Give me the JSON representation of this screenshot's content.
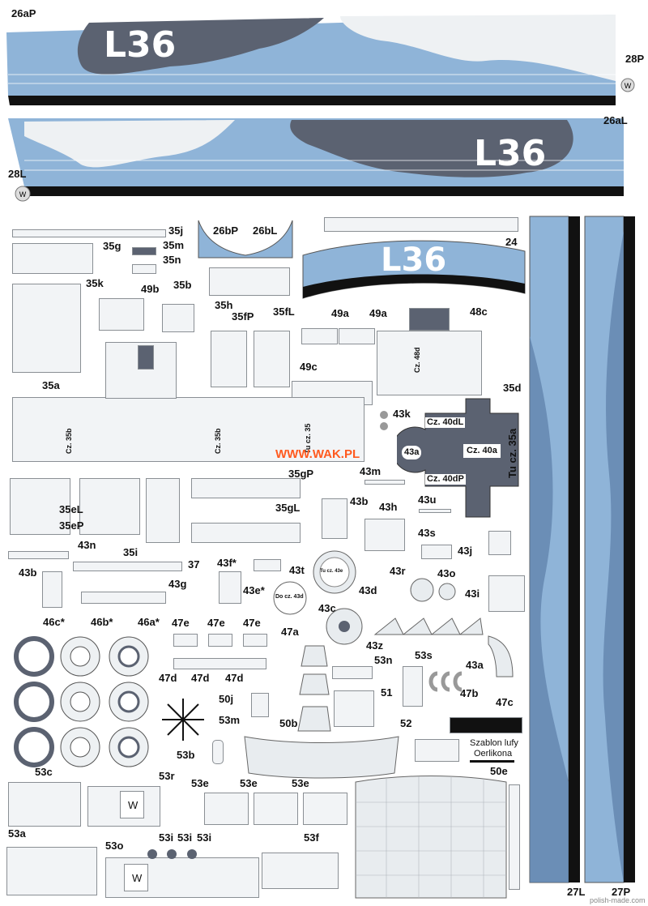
{
  "hull_strips": {
    "top": {
      "pennant": "L36",
      "left_label": "26aP",
      "right_label": "28P"
    },
    "bottom": {
      "pennant": "L36",
      "right_label": "26aL",
      "left_label": "28L"
    }
  },
  "parts": {
    "p35j": "35j",
    "p26bP": "26bP",
    "p26bL": "26bL",
    "p24": "24",
    "p24_text": "L36",
    "p35g": "35g",
    "p35m": "35m",
    "p35n": "35n",
    "p35k": "35k",
    "p49b": "49b",
    "p35b": "35b",
    "p35h": "35h",
    "p35fP": "35fP",
    "p35fL": "35fL",
    "p49a1": "49a",
    "p49a2": "49a",
    "p48c": "48c",
    "p48d_text": "Cz. 48d",
    "p49c": "49c",
    "p35a": "35a",
    "p35d": "35d",
    "p35a_cz1": "Cz. 35b",
    "p35a_cz2": "Cz. 35b",
    "p35a_tu": "Tu cz. 35",
    "p43k": "43k",
    "cz40dL": "Cz. 40dL",
    "cz40a": "Cz. 40a",
    "cz40dP": "Cz. 40dP",
    "p43a_c": "43a",
    "tu35a": "Tu cz. 35a",
    "watermark": "WWW.WAK.PL",
    "p35eL": "35eL",
    "p35eP": "35eP",
    "p35gP": "35gP",
    "p43m": "43m",
    "p43u": "43u",
    "p35gL": "35gL",
    "p43b1": "43b",
    "p43h": "43h",
    "p43s": "43s",
    "p43j": "43j",
    "p43n": "43n",
    "p35i": "35i",
    "p37": "37",
    "p43f": "43f*",
    "p43t": "43t",
    "p43b2": "43b",
    "p43g": "43g",
    "p43e": "43e*",
    "p43d": "43d",
    "p43r": "43r",
    "p43o": "43o",
    "p43i": "43i",
    "cz43e_text": "Do cz. 43d",
    "tu43e_text": "Tu cz. 43e",
    "p46c": "46c*",
    "p46b": "46b*",
    "p46a": "46a*",
    "p47e1": "47e",
    "p47e2": "47e",
    "p47e3": "47e",
    "p47a": "47a",
    "p43c": "43c",
    "p43z": "43z",
    "p47d1": "47d",
    "p47d2": "47d",
    "p47d3": "47d",
    "p53s": "53s",
    "p43a": "43a",
    "p53n": "53n",
    "p47b": "47b",
    "p47c": "47c",
    "p50j": "50j",
    "p53m": "53m",
    "p51": "51",
    "p50b": "50b",
    "p52": "52",
    "p53b": "53b",
    "szablon1": "Szablon lufy",
    "szablon2": "Oerlikona",
    "p53c": "53c",
    "p53r": "53r",
    "p53e1": "53e",
    "p53e2": "53e",
    "p53e3": "53e",
    "p50e": "50e",
    "p53a": "53a",
    "p53o": "53o",
    "p53i1": "53i",
    "p53i2": "53i",
    "p53i3": "53i",
    "p53f": "53f",
    "p27L": "27L",
    "p27P": "27P",
    "w": "W"
  },
  "credit": "polish-made.com",
  "colors": {
    "sky": "#8fb4d8",
    "slate": "#5b6271",
    "white": "#eef1f3",
    "black": "#111111",
    "accent": "#ff5a1f"
  }
}
